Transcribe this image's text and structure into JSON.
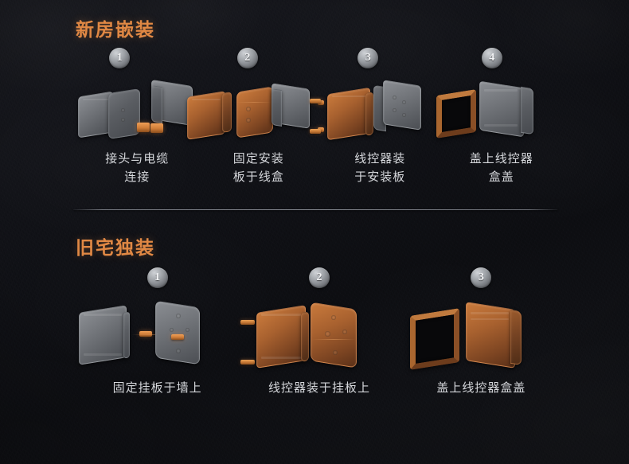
{
  "page": {
    "background_color": "#111217",
    "accent_color": "#e08844",
    "caption_color": "#d6d8dc",
    "badge_color": "#9a9ea3"
  },
  "sections": [
    {
      "id": "new-house-embedded",
      "title": "新房嵌装",
      "steps": [
        {
          "number": "1",
          "caption": "接头与电缆\n连接",
          "art": "connector-cable"
        },
        {
          "number": "2",
          "caption": "固定安装\n板于线盒",
          "art": "mount-plate-box"
        },
        {
          "number": "3",
          "caption": "线控器装\n于安装板",
          "art": "controller-on-plate"
        },
        {
          "number": "4",
          "caption": "盖上线控器\n盒盖",
          "art": "cover-on-controller"
        }
      ]
    },
    {
      "id": "old-house-standalone",
      "title": "旧宅独装",
      "steps": [
        {
          "number": "1",
          "caption": "固定挂板于墙上",
          "art": "wall-plate-fix"
        },
        {
          "number": "2",
          "caption": "线控器装于挂板上",
          "art": "controller-on-wall-plate"
        },
        {
          "number": "3",
          "caption": "盖上线控器盒盖",
          "art": "cover-frame-on-controller"
        }
      ]
    }
  ],
  "divider": {
    "visible": true
  }
}
